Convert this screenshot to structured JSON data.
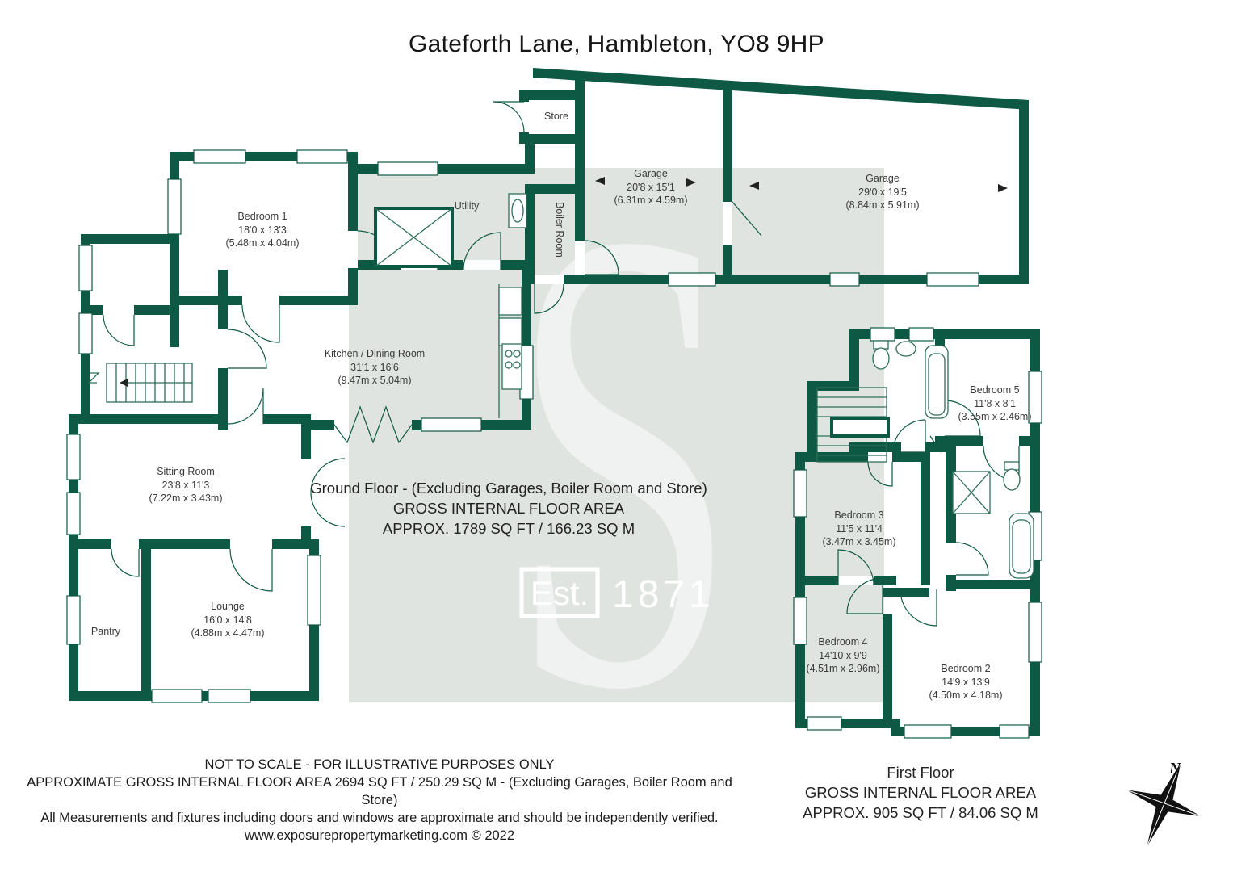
{
  "title": "Gateforth Lane, Hambleton, YO8 9HP",
  "colors": {
    "wall": "#0E5943",
    "wall_thin": "#2E6E58",
    "watermark_bg": "#DFE4E1",
    "compass": "#111111",
    "text": "#3A3A3A"
  },
  "watermark": {
    "letter": "S",
    "est_label": "Est.",
    "year": "1871"
  },
  "compass": {
    "north_label": "N"
  },
  "rooms": {
    "bedroom1": {
      "name": "Bedroom 1",
      "dims_ft": "18'0 x 13'3",
      "dims_m": "(5.48m x 4.04m)"
    },
    "utility": {
      "name": "Utility"
    },
    "store": {
      "name": "Store"
    },
    "boiler_room": {
      "name": "Boiler Room"
    },
    "garage1": {
      "name": "Garage",
      "dims_ft": "20'8 x 15'1",
      "dims_m": "(6.31m x 4.59m)"
    },
    "garage2": {
      "name": "Garage",
      "dims_ft": "29'0 x 19'5",
      "dims_m": "(8.84m x 5.91m)"
    },
    "kitchen": {
      "name": "Kitchen / Dining Room",
      "dims_ft": "31'1 x 16'6",
      "dims_m": "(9.47m x 5.04m)"
    },
    "sitting_room": {
      "name": "Sitting Room",
      "dims_ft": "23'8 x 11'3",
      "dims_m": "(7.22m x 3.43m)"
    },
    "lounge": {
      "name": "Lounge",
      "dims_ft": "16'0 x 14'8",
      "dims_m": "(4.88m x 4.47m)"
    },
    "pantry": {
      "name": "Pantry"
    },
    "bedroom5": {
      "name": "Bedroom 5",
      "dims_ft": "11'8 x 8'1",
      "dims_m": "(3.55m x 2.46m)"
    },
    "bedroom3": {
      "name": "Bedroom 3",
      "dims_ft": "11'5 x 11'4",
      "dims_m": "(3.47m x 3.45m)"
    },
    "bedroom4": {
      "name": "Bedroom 4",
      "dims_ft": "14'10 x 9'9",
      "dims_m": "(4.51m x 2.96m)"
    },
    "bedroom2": {
      "name": "Bedroom 2",
      "dims_ft": "14'9 x 13'9",
      "dims_m": "(4.50m x 4.18m)"
    }
  },
  "ground_floor": {
    "line1": "Ground Floor - (Excluding Garages, Boiler Room and Store)",
    "line2": "GROSS INTERNAL FLOOR AREA",
    "line3": "APPROX. 1789 SQ FT / 166.23 SQ M"
  },
  "first_floor": {
    "line1": "First Floor",
    "line2": "GROSS INTERNAL FLOOR AREA",
    "line3": "APPROX. 905 SQ FT / 84.06 SQ M"
  },
  "footer": {
    "line1": "NOT TO SCALE - FOR ILLUSTRATIVE PURPOSES ONLY",
    "line2": "APPROXIMATE GROSS INTERNAL FLOOR AREA 2694 SQ FT / 250.29 SQ M - (Excluding Garages, Boiler Room and Store)",
    "line3": "All Measurements and fixtures including doors and windows are approximate and should be independently verified.",
    "line4": "www.exposurepropertymarketing.com © 2022"
  }
}
